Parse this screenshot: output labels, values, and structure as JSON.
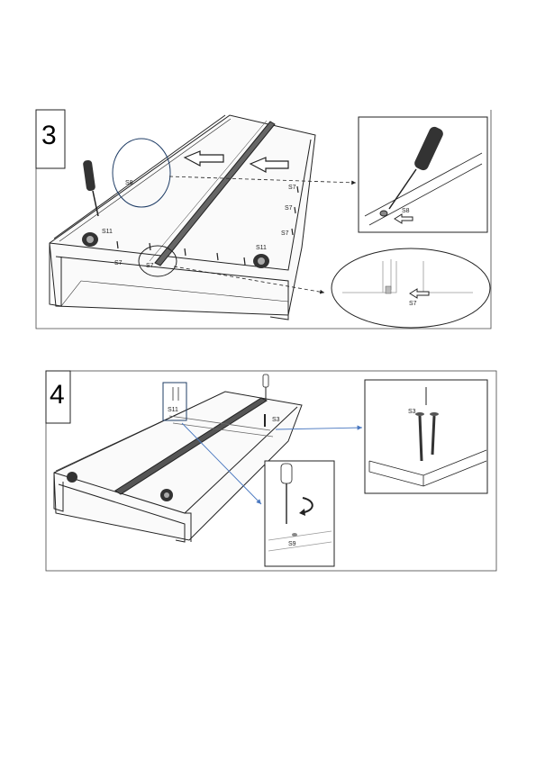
{
  "steps": [
    {
      "number": "3",
      "labels": {
        "s8_main": "S8",
        "s11_left": "S11",
        "s7_left": "S7",
        "s7_center": "S7",
        "s11_right": "S11",
        "s7_r1": "S7",
        "s7_r2": "S7",
        "s7_r3": "S7",
        "s8_detail": "S8",
        "s7_detail": "S7"
      }
    },
    {
      "number": "4",
      "labels": {
        "s11_main": "S11",
        "s3_main": "S3",
        "s3_detail": "S3",
        "s9_detail": "S9"
      }
    }
  ],
  "colors": {
    "line": "#222222",
    "arrow_blue": "#4a78c0",
    "panel_fill": "#ffffff"
  },
  "icons": [
    "screwdriver-icon",
    "caster-wheel-icon",
    "screw-icon",
    "rotate-arrow-icon",
    "push-arrow-icon"
  ]
}
